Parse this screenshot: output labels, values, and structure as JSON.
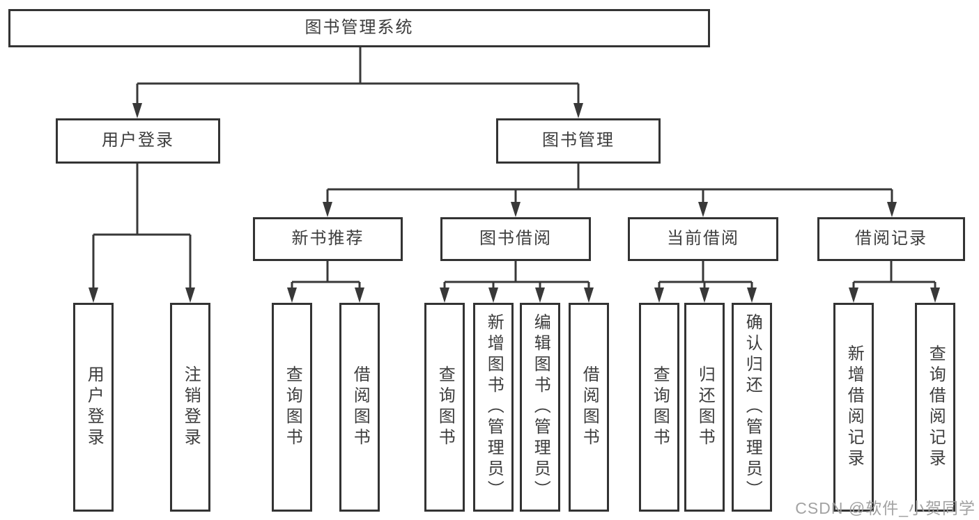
{
  "tree": {
    "root": {
      "label": "图书管理系统"
    },
    "branches": [
      {
        "label": "用户登录",
        "children": [
          "用户登录",
          "注销登录"
        ]
      },
      {
        "label": "图书管理",
        "children": [
          {
            "label": "新书推荐",
            "children": [
              "查询图书",
              "借阅图书"
            ]
          },
          {
            "label": "图书借阅",
            "children": [
              "查询图书",
              "新增图书（管理员）",
              "编辑图书（管理员）",
              "借阅图书"
            ]
          },
          {
            "label": "当前借阅",
            "children": [
              "查询图书",
              "归还图书",
              "确认归还（管理员）"
            ]
          },
          {
            "label": "借阅记录",
            "children": [
              "新增借阅记录",
              "查询借阅记录"
            ]
          }
        ]
      }
    ]
  },
  "watermark": {
    "text": "CSDN @软件_小贺同学"
  },
  "colors": {
    "line": "#383838",
    "border": "#333333",
    "text": "#3d3d3d",
    "watermark": "#9e9e9e",
    "background": "#ffffff"
  }
}
